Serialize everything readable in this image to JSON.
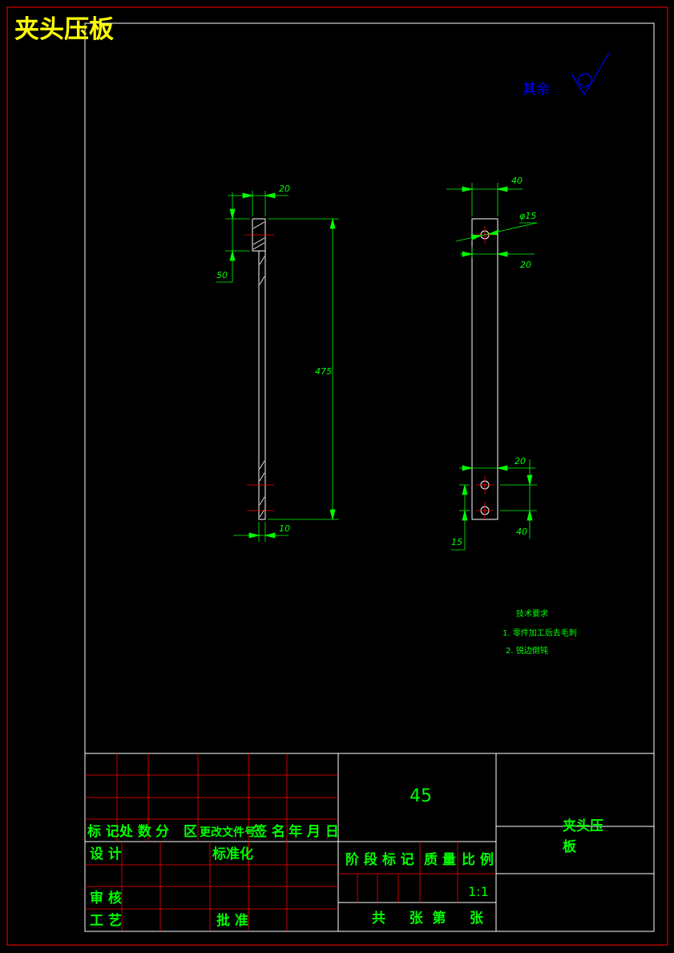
{
  "drawing": {
    "title": "夹头压板",
    "roughness_label": "其余",
    "dims": {
      "side_top_width": "20",
      "side_flange_height": "50",
      "side_total_length": "475",
      "side_bottom_width": "10",
      "front_width": "40",
      "hole_diameter": "φ15",
      "front_top_hole_offset": "20",
      "front_bottom_hole_offset": "20",
      "front_bottom_edge": "40",
      "front_hole_spacing": "15"
    },
    "tech": {
      "heading": "技术要求",
      "item1": "1. 零件加工后去毛刺",
      "item2": "2. 锐边倒钝"
    }
  },
  "title_block": {
    "material": "45",
    "part_name_line1": "夹头压",
    "part_name_line2": "板",
    "rev_headers": [
      "标 记",
      "处 数",
      "分",
      "区",
      "更改文件号",
      "签 名",
      "年 月 日"
    ],
    "design": "设 计",
    "standardize": "标准化",
    "review": "审 核",
    "process": "工 艺",
    "approve": "批 准",
    "stage_mark": "阶 段 标 记",
    "weight": "质 量",
    "scale_label": "比 例",
    "scale_value": "1:1",
    "sheets": "共     张  第     张"
  },
  "colors": {
    "frame": "#ff0000",
    "border": "#ffffff",
    "dimension": "#00ff00",
    "title": "#ffff00",
    "roughness_text": "#0000ff",
    "center_line": "#ff0000"
  }
}
